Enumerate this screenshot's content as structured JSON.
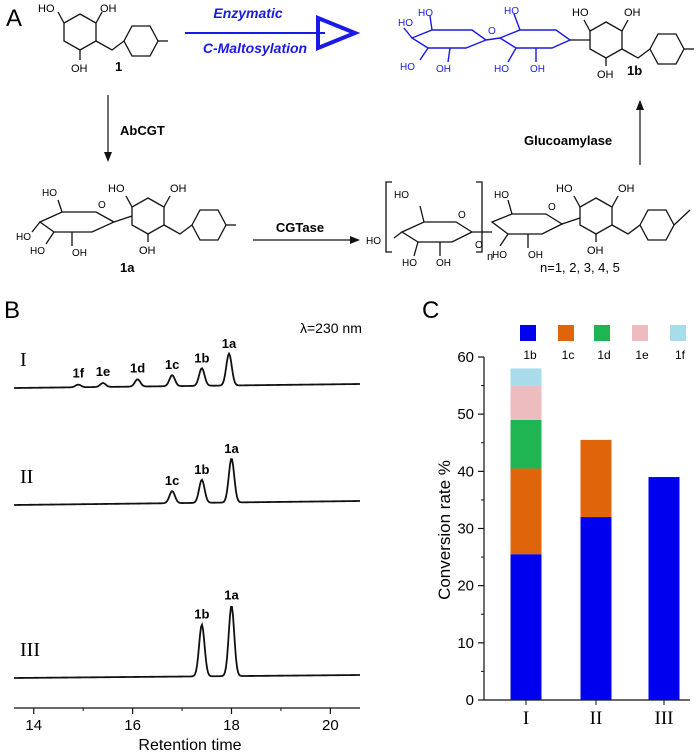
{
  "panels": {
    "a": "A",
    "b": "B",
    "c": "C"
  },
  "scheme": {
    "cmpd_1": "1",
    "cmpd_1a": "1a",
    "cmpd_1b": "1b",
    "enzymatic": "Enzymatic",
    "maltosylation": "C-Maltosylation",
    "abcgt": "AbCGT",
    "cgtase": "CGTase",
    "glucoamylase": "Glucoamylase",
    "n_range": "n=1, 2, 3, 4, 5",
    "n_sub": "n",
    "ho": "HO",
    "oh": "OH",
    "o": "O",
    "colors": {
      "product": "#1a1ae6",
      "line": "#111111"
    }
  },
  "hplc": {
    "wavelength": "λ=230 nm",
    "xlabel": "Retention time",
    "xticks": [
      14,
      16,
      18,
      20
    ],
    "xlim": [
      13.6,
      20.6
    ],
    "traces": [
      {
        "name": "I",
        "baseline": 1.0,
        "peaks": [
          {
            "label": "1f",
            "x": 14.9,
            "h": 0.12
          },
          {
            "label": "1e",
            "x": 15.4,
            "h": 0.18
          },
          {
            "label": "1d",
            "x": 16.1,
            "h": 0.33
          },
          {
            "label": "1c",
            "x": 16.8,
            "h": 0.5
          },
          {
            "label": "1b",
            "x": 17.4,
            "h": 0.8
          },
          {
            "label": "1a",
            "x": 17.95,
            "h": 1.45
          }
        ]
      },
      {
        "name": "II",
        "baseline": 1.0,
        "peaks": [
          {
            "label": "1c",
            "x": 16.8,
            "h": 0.55
          },
          {
            "label": "1b",
            "x": 17.4,
            "h": 1.05
          },
          {
            "label": "1a",
            "x": 18.0,
            "h": 2.0
          }
        ]
      },
      {
        "name": "III",
        "baseline": 1.0,
        "peaks": [
          {
            "label": "1b",
            "x": 17.4,
            "h": 2.35
          },
          {
            "label": "1a",
            "x": 18.0,
            "h": 3.2
          }
        ]
      }
    ]
  },
  "chart_data": {
    "type": "bar",
    "stacked": true,
    "categories": [
      "I",
      "II",
      "III"
    ],
    "series": [
      {
        "name": "1b",
        "color": "#0000ee",
        "values": [
          25.5,
          32,
          39
        ]
      },
      {
        "name": "1c",
        "color": "#e0650a",
        "values": [
          15,
          13.5,
          0
        ]
      },
      {
        "name": "1d",
        "color": "#1fb552",
        "values": [
          8.5,
          0,
          0
        ]
      },
      {
        "name": "1e",
        "color": "#ecbcbf",
        "values": [
          6,
          0,
          0
        ]
      },
      {
        "name": "1f",
        "color": "#a9dcea",
        "values": [
          3,
          0,
          0
        ]
      }
    ],
    "ylabel": "Conversion rate %",
    "ylim": [
      0,
      60
    ],
    "yticks": [
      0,
      10,
      20,
      30,
      40,
      50,
      60
    ],
    "legend": "top"
  }
}
